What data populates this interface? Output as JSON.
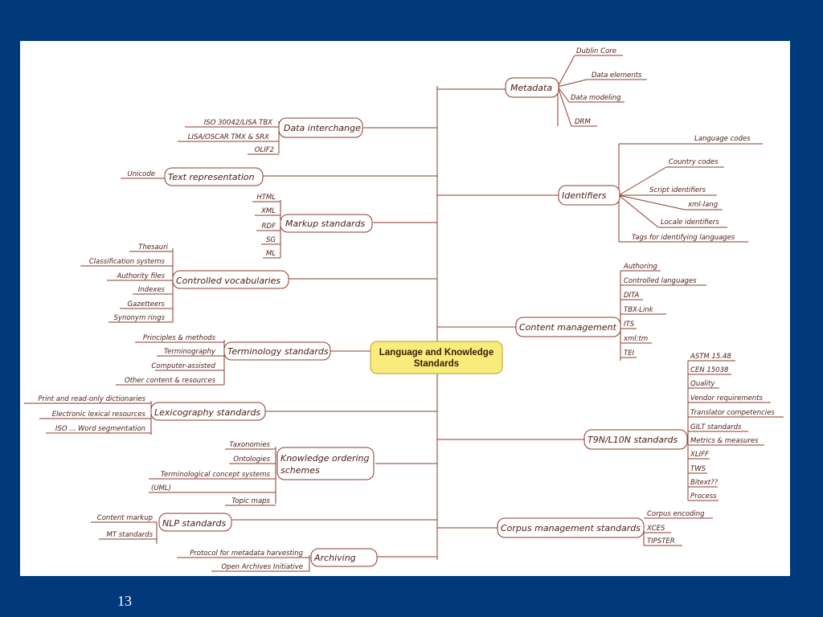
{
  "center": {
    "line1": "Language and Knowledge",
    "line2": "Standards"
  },
  "branches": {
    "metadata": {
      "label": "Metadata",
      "items": [
        "Dublin Core",
        "Data elements",
        "Data modeling",
        "DRM"
      ]
    },
    "data_interchange": {
      "label": "Data interchange",
      "items": [
        "ISO 30042/LISA TBX",
        "LISA/OSCAR TMX & SRX",
        "OLIF2"
      ]
    },
    "text_representation": {
      "label": "Text representation",
      "items": [
        "Unicode"
      ]
    },
    "identifiers": {
      "label": "Identifiers",
      "items": [
        "Language codes",
        "Country codes",
        "Script identifiers",
        "xml-lang",
        "Locale identifiers",
        "Tags for identifying languages"
      ]
    },
    "markup_standards": {
      "label": "Markup standards",
      "items": [
        "HTML",
        "XML",
        "RDF",
        "SG",
        "ML"
      ]
    },
    "controlled_vocabularies": {
      "label": "Controlled vocabularies",
      "items": [
        "Thesauri",
        "Classification systems",
        "Authority files",
        "Indexes",
        "Gazetteers",
        "Synonym rings"
      ]
    },
    "content_management": {
      "label": "Content management",
      "items": [
        "Authoring",
        "Controlled languages",
        "DITA",
        "TBX-Link",
        "ITS",
        "xml:tm",
        "TEI"
      ]
    },
    "terminology_standards": {
      "label": "Terminology standards",
      "items": [
        "Principles & methods",
        "Terminography",
        "Computer-assisted",
        "Other content & resources"
      ]
    },
    "t9n_l10n": {
      "label": "T9N/L10N standards",
      "items": [
        "ASTM 15.48",
        "CEN 15038",
        "Quality",
        "Vendor requirements",
        "Translator competencies",
        "GILT standards",
        "Metrics & measures",
        "XLIFF",
        "TWS",
        "Bitext??",
        "Process"
      ]
    },
    "lexicography": {
      "label": "Lexicography standards",
      "items": [
        "Print and read-only dictionaries",
        "Electronic lexical resources",
        "ISO ... Word segmentation"
      ]
    },
    "knowledge_ordering": {
      "label_line1": "Knowledge ordering",
      "label_line2": "schemes",
      "items": [
        "Taxonomies",
        "Ontologies",
        "Terminological concept systems",
        "(UML)",
        "Topic maps"
      ]
    },
    "nlp": {
      "label": "NLP standards",
      "items": [
        "Content markup",
        "MT standards"
      ]
    },
    "corpus_management": {
      "label": "Corpus management standards",
      "items": [
        "Corpus encoding",
        "XCES",
        "TIPSTER"
      ]
    },
    "archiving": {
      "label": "Archiving",
      "items": [
        "Protocol for metadata harvesting",
        "Open Archives Initiative"
      ]
    }
  },
  "page_number": "13",
  "colors": {
    "background": "#003a7a",
    "line": "#8b3a2a",
    "node_fill": "#ffffff",
    "center_fill": "#f7ec7c",
    "text": "#4a1a12"
  }
}
